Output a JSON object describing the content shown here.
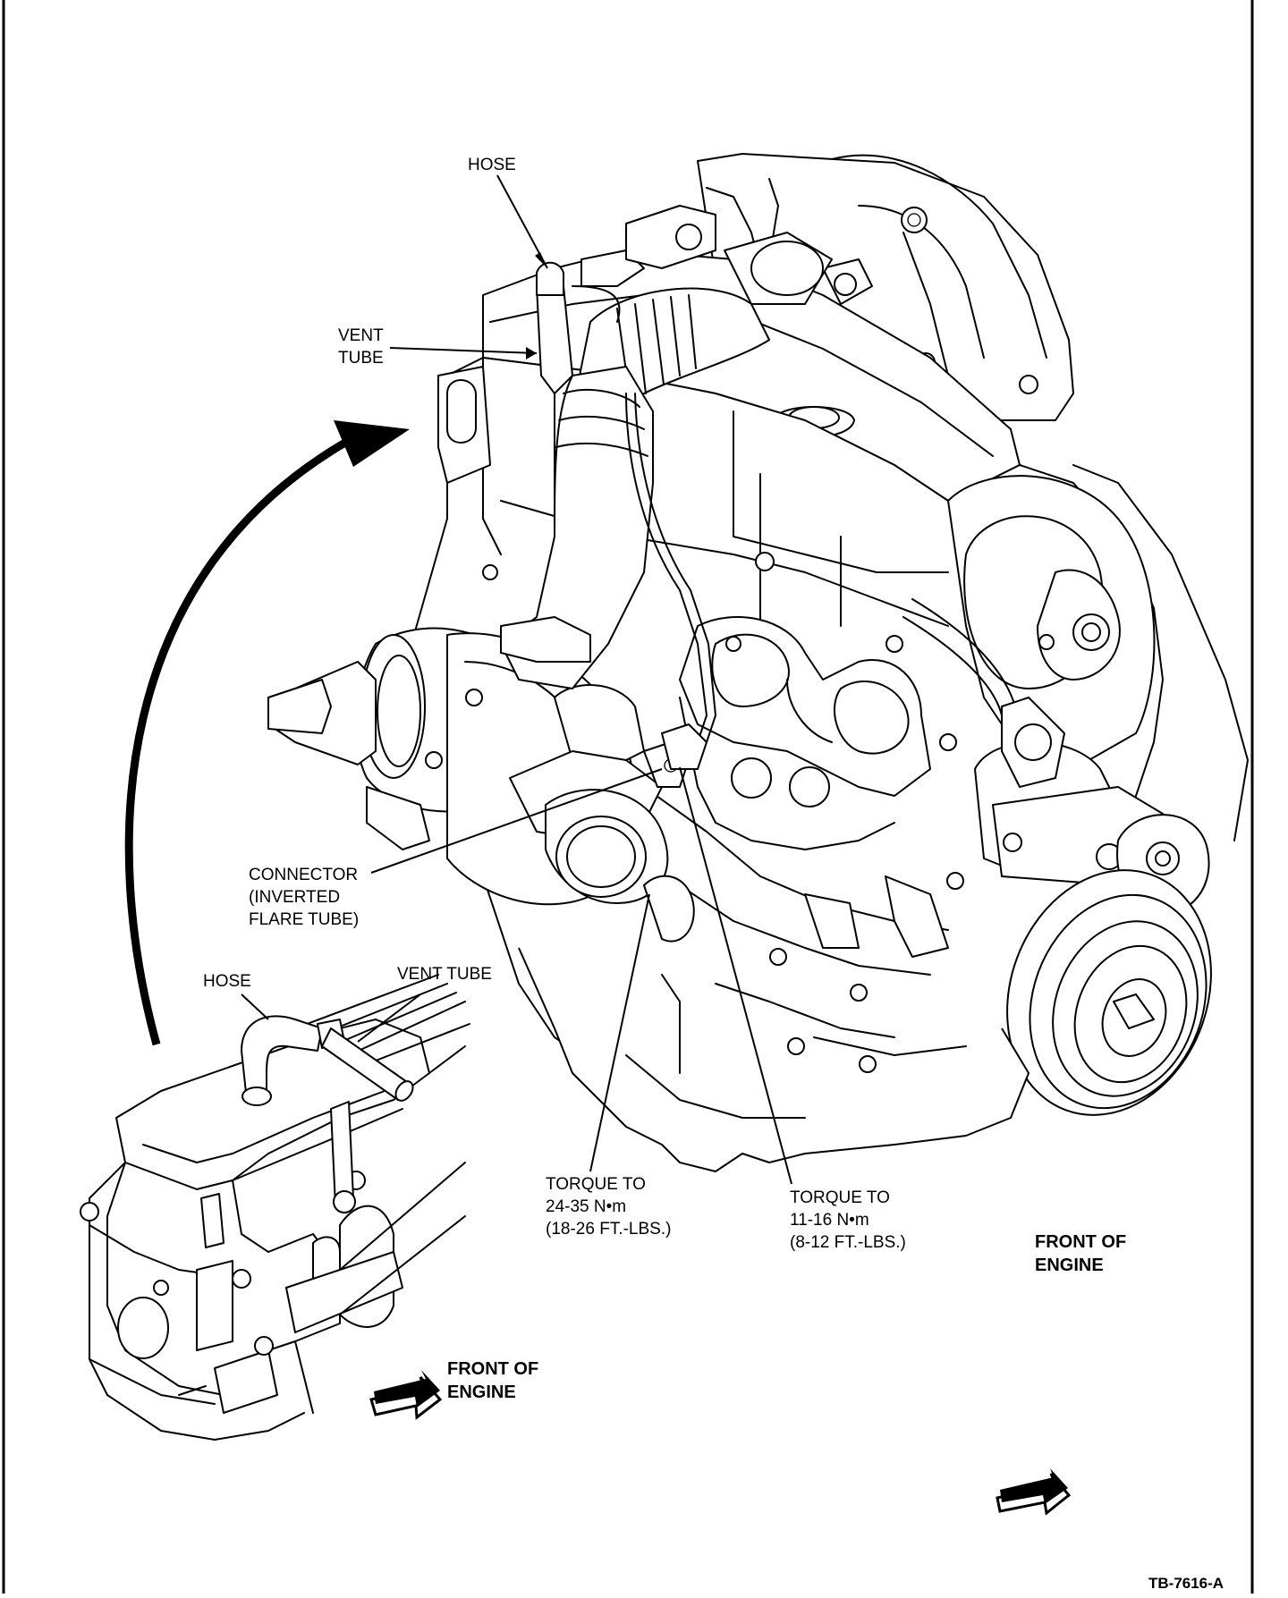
{
  "labels": {
    "hose_top": "HOSE",
    "vent_tube_top_line1": "VENT",
    "vent_tube_top_line2": "TUBE",
    "connector_line1": "CONNECTOR",
    "connector_line2": "(INVERTED",
    "connector_line3": "FLARE TUBE)",
    "hose_inset": "HOSE",
    "vent_tube_inset": "VENT TUBE",
    "torque_left_line1": "TORQUE TO",
    "torque_left_line2": "24-35 N•m",
    "torque_left_line3": "(18-26 FT.-LBS.)",
    "torque_right_line1": "TORQUE TO",
    "torque_right_line2": "11-16 N•m",
    "torque_right_line3": "(8-12 FT.-LBS.)",
    "front_right_line1": "FRONT OF",
    "front_right_line2": "ENGINE",
    "front_inset_line1": "FRONT OF",
    "front_inset_line2": "ENGINE",
    "figure_id": "TB-7616-A"
  },
  "icons": {
    "front_arrow_right": "front-direction-arrow-icon",
    "front_arrow_inset": "front-direction-arrow-icon"
  }
}
